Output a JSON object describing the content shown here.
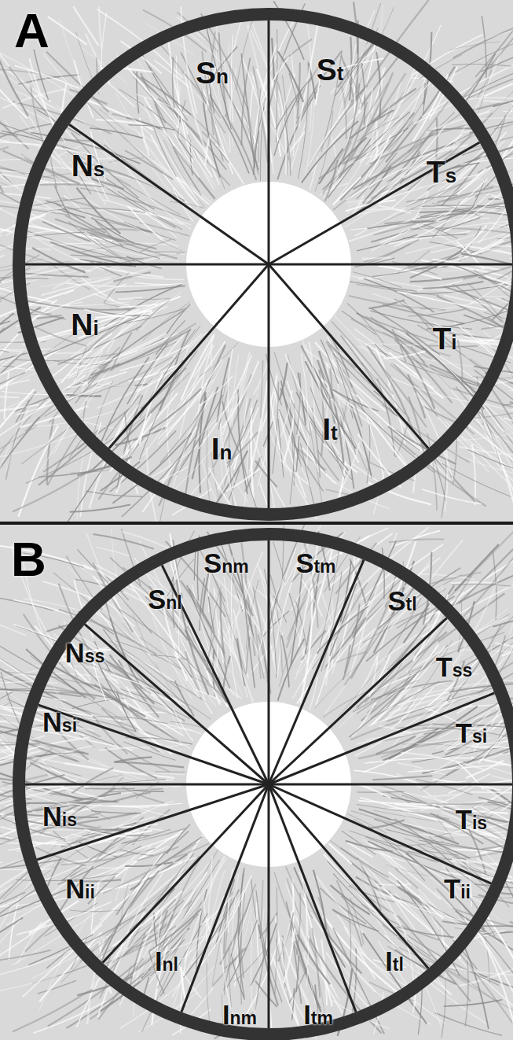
{
  "diagram": {
    "labels": [
      "A",
      "Sn",
      "St",
      "Ns",
      "Ts",
      "Ni",
      "Ti",
      "In",
      "It",
      "B",
      "Snm",
      "Stm",
      "Snl",
      "Stl",
      "Nss",
      "Tss",
      "Nsi",
      "Tsi",
      "Nis",
      "Tis",
      "Nii",
      "Tii",
      "Inl",
      "Itl",
      "Inm",
      "Itm"
    ]
  }
}
